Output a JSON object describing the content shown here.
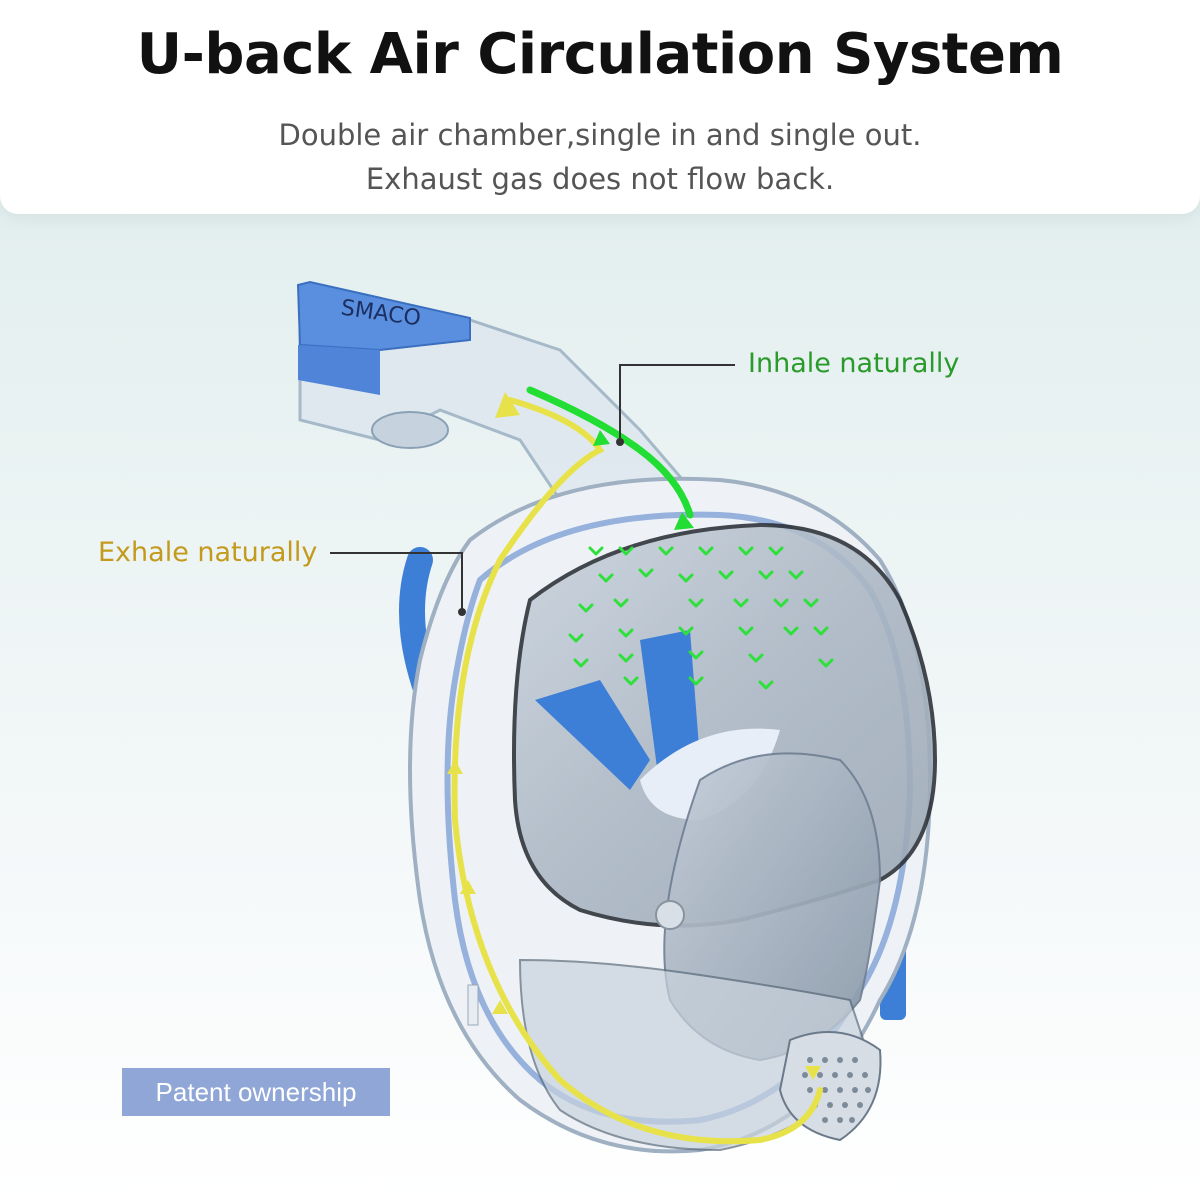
{
  "header": {
    "title": "U-back Air Circulation System",
    "subtitle_lines": [
      "Double air chamber,single in and single out.",
      "Exhaust gas does not flow back."
    ]
  },
  "product": {
    "brand_text": "SMACO"
  },
  "callouts": {
    "inhale": "Inhale naturally",
    "exhale": "Exhale naturally"
  },
  "badge": {
    "label": "Patent ownership"
  },
  "colors": {
    "inhale": "#2a9a2a",
    "exhale": "#c39a1c",
    "badge": "#8fa6d6",
    "mask_blue": "#3d7fd6"
  },
  "icons": [
    "arrow-inhale-icon",
    "arrow-exhale-icon",
    "chevron-down-icon"
  ]
}
